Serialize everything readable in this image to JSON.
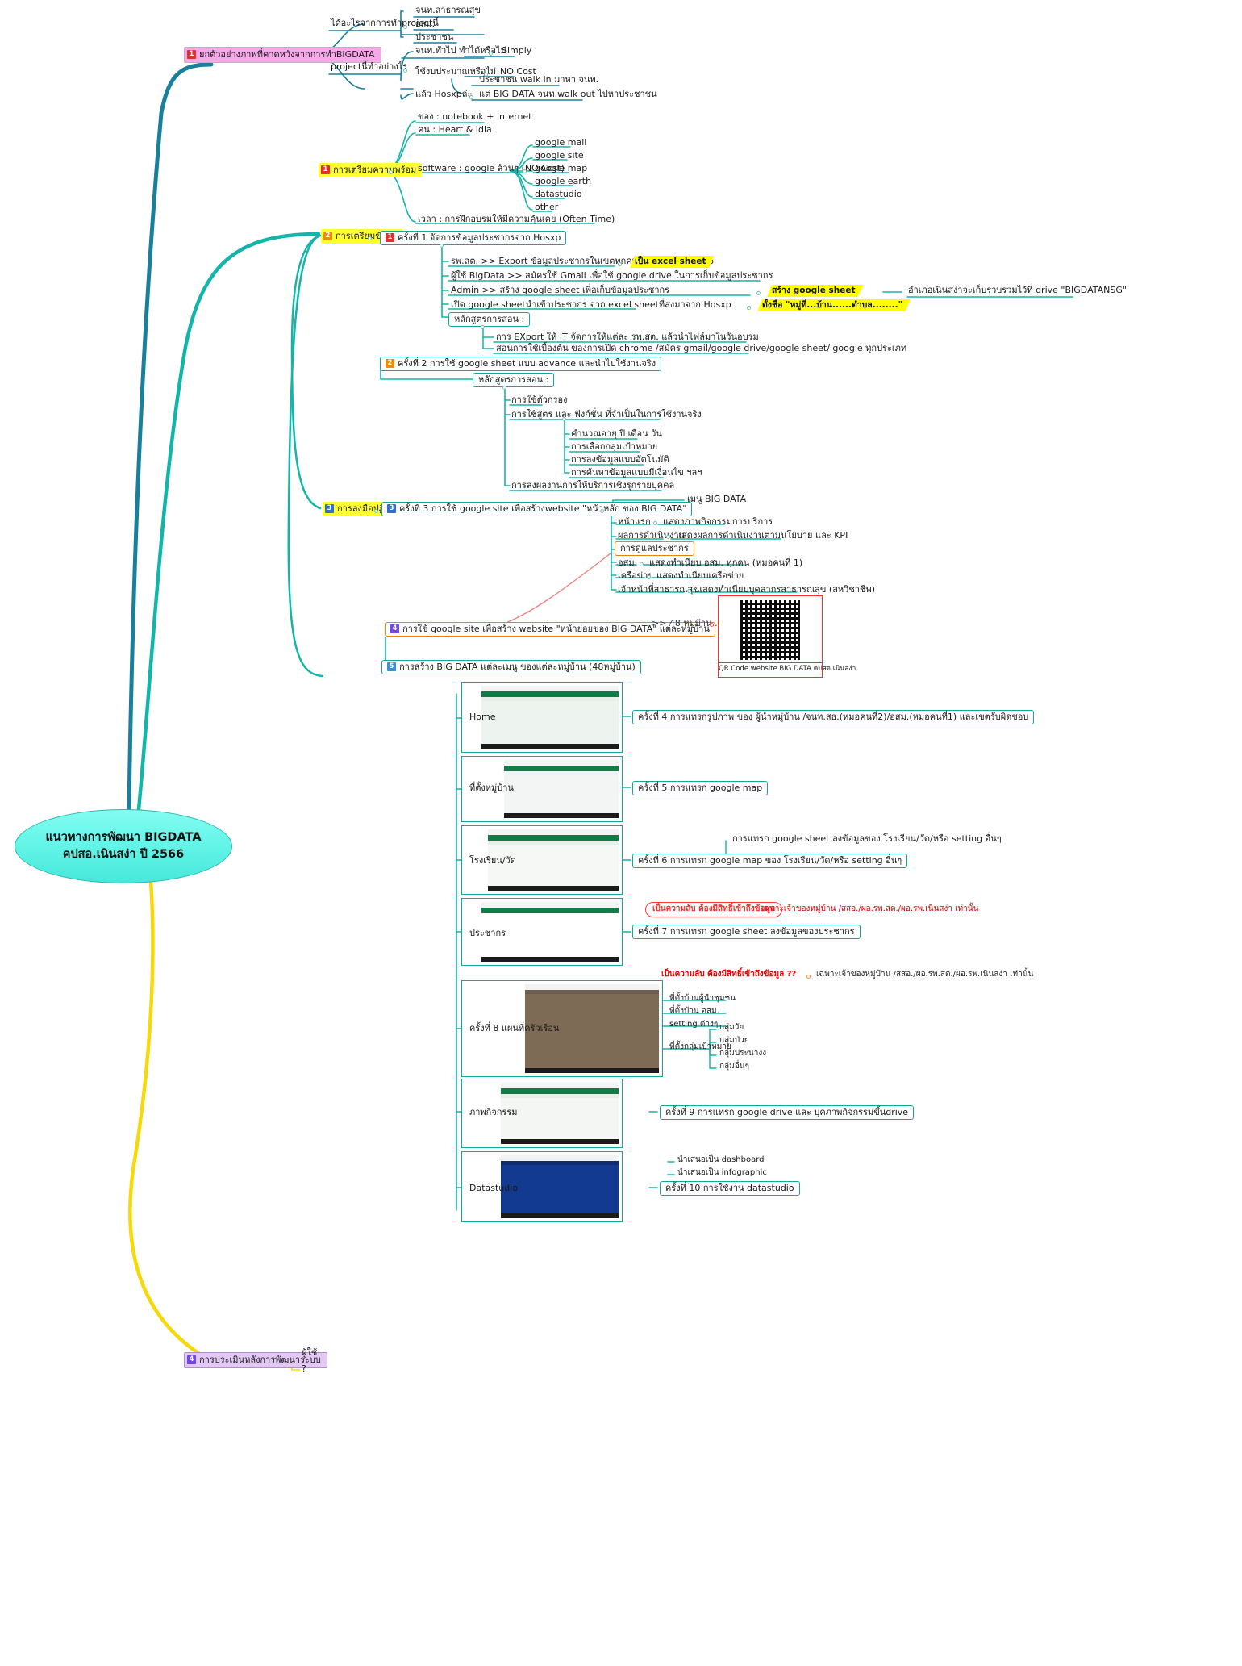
{
  "root": {
    "line1": "แนวทางการพัฒนา BIGDATA",
    "line2": "คปสอ.เนินสง่า ปี 2566"
  },
  "colors": {
    "teal": "#13a89e",
    "deep_teal": "#0d7d8c",
    "branch_blue": "#1a7f9c",
    "branch_yellow": "#f5d90a",
    "pink_node": "#f7a8e8",
    "yellow_node": "#ffff33",
    "violet_node": "#e3c8f5",
    "orange_accent": "#e8830c",
    "red_accent": "#ff2d2d"
  },
  "branch1": {
    "label": "ยกตัวอย่างภาพที่คาดหวังจากการทำBIGDATA",
    "badge": "1",
    "groups": [
      {
        "label": "ได้อะไรจากการทำprojectนี้",
        "items": [
          "จนท.สาธารณสุข",
          "อสม.",
          "ประชาชน"
        ]
      },
      {
        "label": "projectนี้ทำอย่างไร",
        "rows": [
          {
            "q": "จนท.ทั่วไป ทำได้หรือไม่",
            "a": "Simply"
          },
          {
            "q": "ใช้งบประมาณหรือไม่",
            "a": "NO Cost"
          },
          {
            "q": "แล้ว Hosxpล่ะ",
            "a": [
              "ประชาชน walk in มาหา จนท.",
              "แต่ BIG DATA จนท.walk out ไปหาประชาชน"
            ]
          }
        ]
      }
    ]
  },
  "branch2": {
    "label": "การเตรียมความพร้อม",
    "badge": "1",
    "items": [
      {
        "label": "ของ : notebook + internet"
      },
      {
        "label": "คน : Heart & Idia"
      },
      {
        "label": "software : google ล้วนๆ (NO Cost)",
        "children": [
          "google mail",
          "google site",
          "google map",
          "google earth",
          "datastudio",
          "other"
        ]
      },
      {
        "label": "เวลา : การฝึกอบรมให้มีความคุ้นเคย (Often Time)"
      }
    ]
  },
  "branch3": {
    "label": "การเตรียมข้อมูล",
    "badge": "2",
    "session1": {
      "title": "ครั้งที่ 1 จัดการข้อมูลประชากรจาก Hosxp",
      "badge": "1",
      "rows": [
        {
          "text": "รพ.สต. >> Export ข้อมูลประชากรในเขตทุกคน ออกมาจาก Hosxp",
          "flag": "เป็น excel sheet"
        },
        {
          "text": "ผู้ใช้ BigData >> สมัครใช้ Gmail  เพื่อใช้ google drive ในการเก็บข้อมูลประชากร"
        },
        {
          "text": "Admin  >> สร้าง google sheet เพื่อเก็บข้อมูลประชากร",
          "flag": "สร้าง google sheet",
          "note": "อำเภอเนินสง่าจะเก็บรวบรวมไว้ที่ drive \"BIGDATANSG\""
        },
        {
          "text": "เปิด google sheetนำเข้าประชากร จาก excel sheetที่ส่งมาจาก Hosxp",
          "flag": "ตั้งชื่อ \"หมู่ที่...บ้าน......ตำบล........\""
        }
      ],
      "curriculum_label": "หลักสูตรการสอน :",
      "curriculum": [
        "การ EXport ให้ IT จัดการให้แต่ละ รพ.สต. แล้วนำไฟล์มาในวันอบรม",
        "สอนการใช้เบื้องต้น ของการเปิด chrome /สมัคร gmail/google drive/google sheet/ google ทุกประเภท"
      ]
    },
    "session2": {
      "title": "ครั้งที่ 2 การใช้ google sheet แบบ advance และนำไปใช้งานจริง",
      "badge": "2",
      "curriculum_label": "หลักสูตรการสอน :",
      "curriculum": [
        {
          "text": "การใช้ตัวกรอง"
        },
        {
          "text": "การใช้สูตร และ ฟังก์ชั่น ที่จำเป็นในการใช้งานจริง",
          "children": [
            "คำนวณอายุ ปี เดือน วัน",
            "การเลือกกลุ่มเป้าหมาย",
            "การลงข้อมูลแบบอัตโนมัติ",
            "การค้นหาข้อมูลแบบมีเงื่อนไข ฯลฯ"
          ]
        },
        {
          "text": "การลงผลงานการให้บริการเชิงรุกรายบุคคล"
        }
      ]
    }
  },
  "branch4": {
    "label": "การลงมือปฏิบัติ",
    "badge": "3",
    "session3": {
      "title": "ครั้งที่ 3 การใช้ google site เพื่อสร้างwebsite \"หน้าหลัก ของ BIG DATA\"",
      "badge": "3",
      "menu_label": "เมนู BIG DATA",
      "menu": [
        {
          "name": "หน้าแรก",
          "desc": "แสดงภาพกิจกรรมการบริการ"
        },
        {
          "name": "ผลการดำเนินงาน",
          "desc": "แสดงผลการดำเนินงานตามนโยบาย และ KPI"
        },
        {
          "name": "การดูแลประชากร",
          "desc": "",
          "boxed": true
        },
        {
          "name": "อสม.",
          "desc": "แสดงทำเนียบ อสม. ทุกคน (หมอคนที่ 1)"
        },
        {
          "name": "เครือข่าย",
          "desc": "แสดงทำเนียบเครือข่าย"
        },
        {
          "name": "เจ้าหน้าที่สาธารณสุข",
          "desc": "แสดงทำเนียบบุคลากรสาธารณสุข (สหวิชาชีพ)"
        }
      ]
    },
    "subsite": {
      "title": "การใช้ google site เพื่อสร้าง website \"หน้าย่อยของ BIG DATA\" แต่ละหมู่บ้าน",
      "badge": "4",
      "count_note": ">> 48 หมู่บ้าน..",
      "qr_caption": "QR Code website BIG DATA คปสอ.เนินสง่า"
    },
    "villages_node": "การสร้าง BIG DATA แต่ละเมนู ของแต่ละหมู่บ้าน (48หมู่บ้าน)",
    "pages": [
      {
        "name": "Home",
        "note": "ครั้งที่ 4 การแทรกรูปภาพ ของ ผู้นำหมู่บ้าน /จนท.สธ.(หมอคนที่2)/อสม.(หมอคนที่1) และเขตรับผิดชอบ"
      },
      {
        "name": "ที่ตั้งหมู่บ้าน",
        "note": "ครั้งที่ 5 การแทรก google map"
      },
      {
        "name": "โรงเรียน/วัด",
        "note": "ครั้งที่ 6 การแทรก google map ของ โรงเรียน/วัด/หรือ setting อื่นๆ",
        "extra": "การแทรก google sheet ลงข้อมูลของ โรงเรียน/วัด/หรือ setting อื่นๆ"
      },
      {
        "name": "ประชากร",
        "note": "ครั้งที่ 7 การแทรก google sheet ลงข้อมูลของประชากร",
        "warn": "เป็นความลับ ต้องมีสิทธิ์เข้าถึงข้อมูล",
        "warn_desc": "เฉพาะเจ้าของหมู่บ้าน /สสอ./ผอ.รพ.สต./ผอ.รพ.เนินสง่า เท่านั้น"
      },
      {
        "name": "ครั้งที่ 8 แผนที่ครัวเรือน",
        "warn": "เป็นความลับ ต้องมีสิทธิ์เข้าถึงข้อมูล ??",
        "warn_desc": "เฉพาะเจ้าของหมู่บ้าน /สสอ./ผอ.รพ.สต./ผอ.รพ.เนินสง่า เท่านั้น",
        "list": [
          "ที่ตั้งบ้านผู้นำชุมชน",
          "ที่ตั้งบ้าน อสม.",
          "setting ต่างๆ"
        ],
        "target_label": "ที่ตั้งกลุ่มเป้าหมาย",
        "targets": [
          "กลุ่มวัย",
          "กลุ่มป่วย",
          "กลุ่มประนางง",
          "กลุ่มอื่นๆ"
        ]
      },
      {
        "name": "ภาพกิจกรรม",
        "note": "ครั้งที่ 9 การแทรก  google drive และ บุคภาพกิจกรรมขึ้นdrive"
      },
      {
        "name": "Datastudio",
        "note": "ครั้งที่ 10 การใช้งาน datastudio",
        "tops": [
          "นำเสนอเป็น dashboard",
          "นำเสนอเป็น infographic"
        ]
      }
    ]
  },
  "branch5": {
    "label": "การประเมินหลังการพัฒนาระบบ",
    "badge": "4",
    "items": [
      "ผู้ใช้",
      "?"
    ]
  }
}
